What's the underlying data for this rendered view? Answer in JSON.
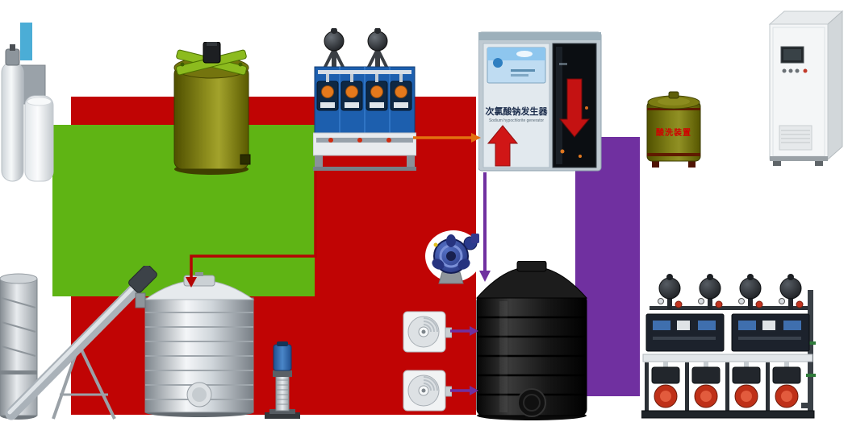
{
  "labels": {
    "generator_title": "次氯酸钠发生器",
    "generator_subtitle": "Sodium hypochlorite generator",
    "acid_wash_label": "酸洗装置"
  },
  "zones": {
    "red_zone_color": "#c00404",
    "green_zone_color": "#5fb414",
    "purple_band_color": "#7030a0"
  },
  "arrows": {
    "orange_flow_color": "#e2700f",
    "red_flow_color": "#b40404",
    "purple_flow_color": "#7030a0"
  },
  "equipment_icons": [
    "blue-marker",
    "water-softener-unit",
    "chemical-mixing-tank",
    "dosing-pump-skid",
    "sodium-hypochlorite-generator",
    "acid-wash-tank",
    "electrical-control-cabinet",
    "powder-silo-and-screw-conveyor",
    "stainless-steel-tank",
    "vertical-multistage-pump",
    "submersible-mixer",
    "blower-top",
    "blower-bottom",
    "black-storage-tank",
    "metering-pump-skid"
  ]
}
